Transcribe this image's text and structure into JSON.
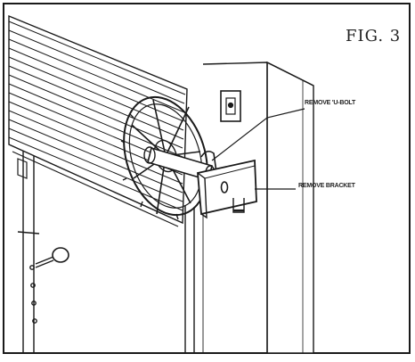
{
  "figure": {
    "label": "FIG. 3",
    "callouts": {
      "remove_u_bolt": "REMOVE 'U-BOLT",
      "remove_bracket": "REMOVE BRACKET"
    }
  },
  "colors": {
    "line": "#1a1a1a",
    "background": "#ffffff"
  }
}
